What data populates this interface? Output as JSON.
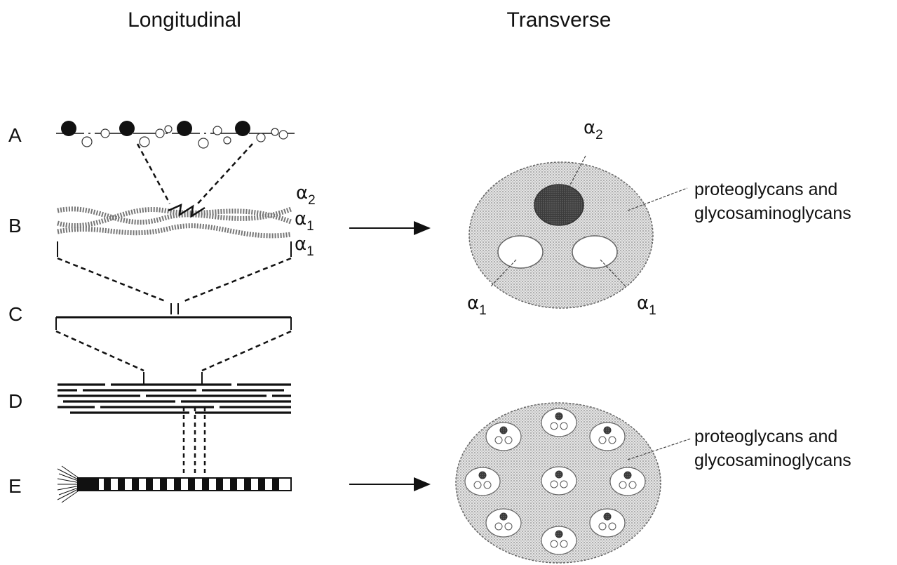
{
  "headers": {
    "longitudinal": "Longitudinal",
    "transverse": "Transverse"
  },
  "rows": {
    "a": "A",
    "b": "B",
    "c": "C",
    "d": "D",
    "e": "E"
  },
  "chains": {
    "alpha": "α",
    "two": "2",
    "one": "1"
  },
  "annotations": {
    "upper_line1": "proteoglycans and",
    "upper_line2": "glycosaminoglycans",
    "lower_line1": "proteoglycans and",
    "lower_line2": "glycosaminoglycans"
  },
  "colors": {
    "ink": "#111111",
    "matrix_fill": "#d9d9d9",
    "alpha2_fill": "#4a4a4a",
    "background": "#ffffff"
  }
}
